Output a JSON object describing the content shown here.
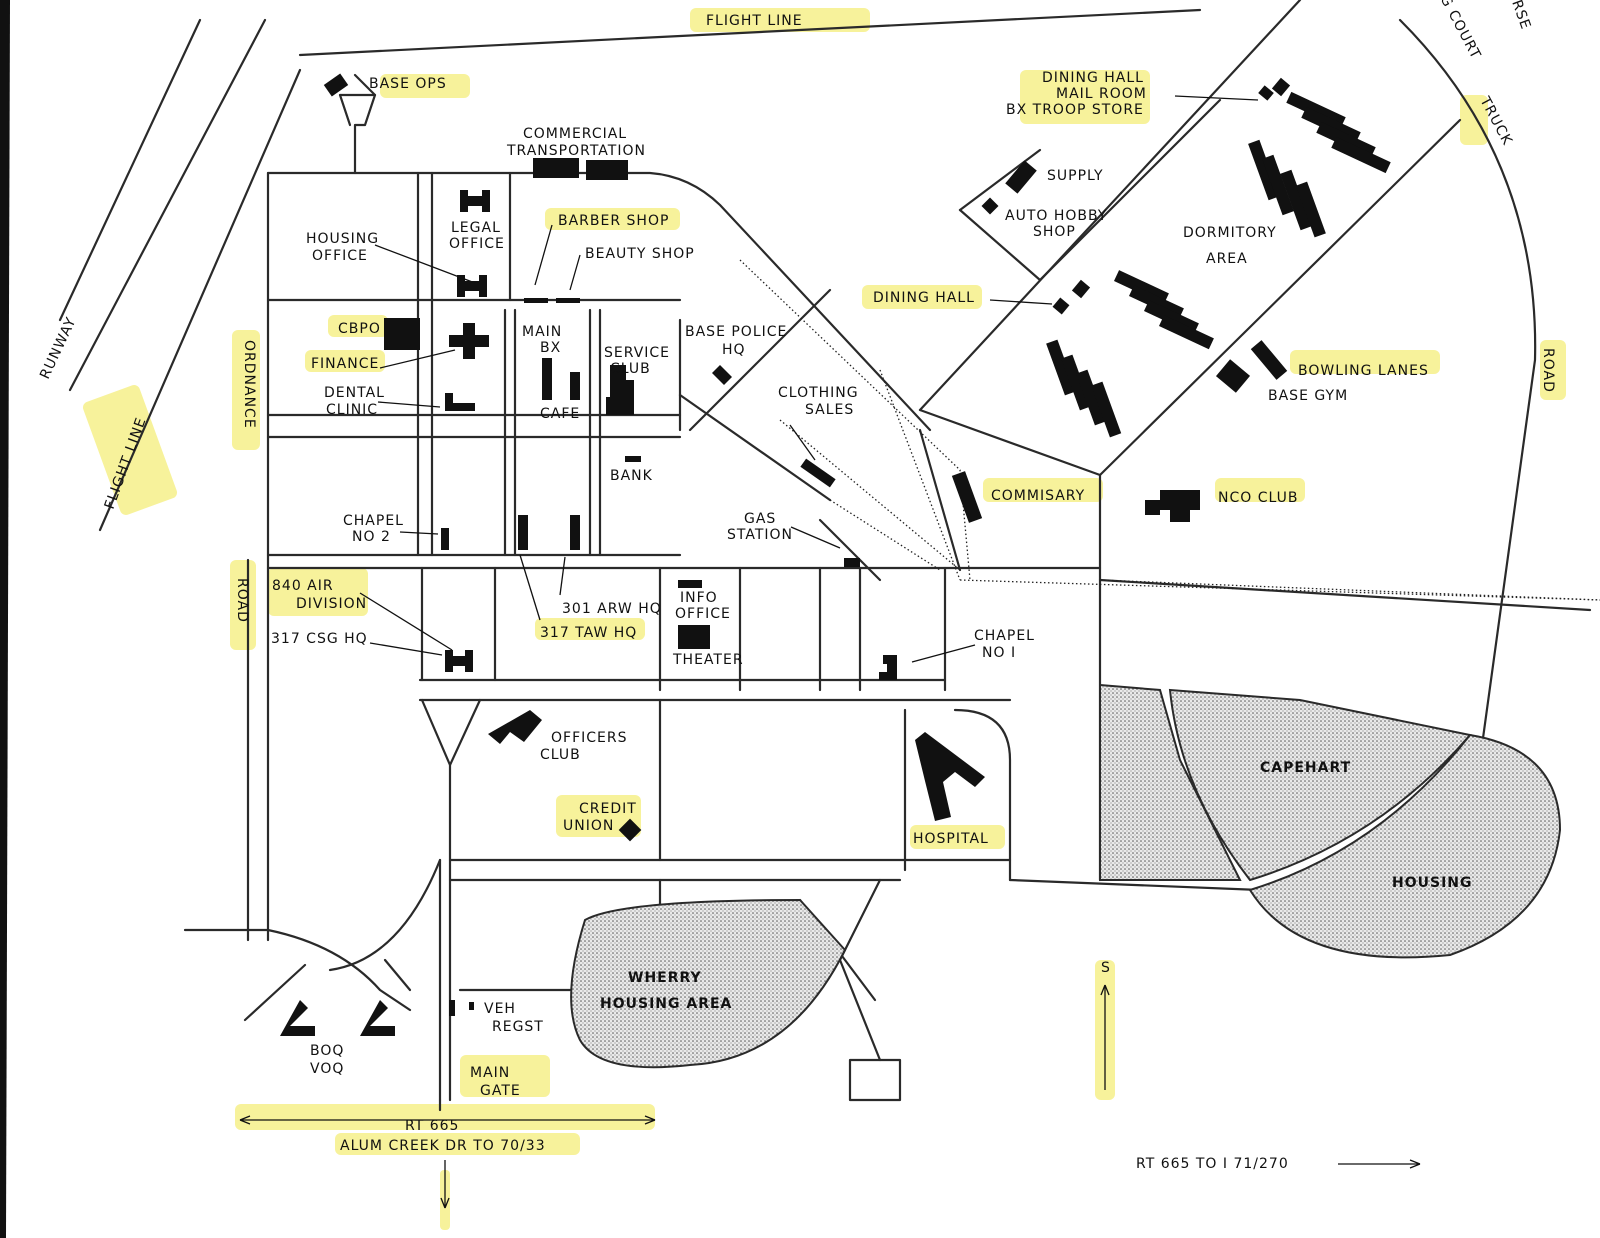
{
  "map": {
    "labels": {
      "flight_line_top": "FLIGHT    LINE",
      "flight_line_left": "FLIGHT    LINE",
      "runway": "RUNWAY",
      "base_ops": "BASE OPS",
      "commercial": "COMMERCIAL",
      "transportation": "TRANSPORTATION",
      "housing_office_1": "HOUSING",
      "housing_office_2": "OFFICE",
      "legal_1": "LEGAL",
      "legal_2": "OFFICE",
      "barber": "BARBER SHOP",
      "beauty": "BEAUTY SHOP",
      "cbpo": "CBPO",
      "finance": "FINANCE",
      "dental_1": "DENTAL",
      "dental_2": "CLINIC",
      "main_bx_1": "MAIN",
      "main_bx_2": "BX",
      "cafe": "CAFE",
      "service_1": "SERVICE",
      "service_2": "CLUB",
      "base_police_1": "BASE POLICE",
      "base_police_2": "HQ",
      "clothing_1": "CLOTHING",
      "clothing_2": "SALES",
      "bank": "BANK",
      "chapel2_1": "CHAPEL",
      "chapel2_2": "NO 2",
      "gas_1": "GAS",
      "gas_2": "STATION",
      "ordnance": "ORDNANCE",
      "road_left": "ROAD",
      "air_div_1": "840 AIR",
      "air_div_2": "DIVISION",
      "csg": "317 CSG HQ",
      "arw": "301 ARW HQ",
      "taw": "317 TAW HQ",
      "info_1": "INFO",
      "info_2": "OFFICE",
      "theater": "THEATER",
      "chapel1_1": "CHAPEL",
      "chapel1_2": "NO I",
      "officers_1": "OFFICERS",
      "officers_2": "CLUB",
      "credit_1": "CREDIT",
      "credit_2": "UNION",
      "hospital": "HOSPITAL",
      "wherry_1": "WHERRY",
      "wherry_2": "HOUSING AREA",
      "capehart": "CAPEHART",
      "housing": "HOUSING",
      "boq": "BOQ",
      "voq": "VOQ",
      "veh_1": "VEH",
      "veh_2": "REGST",
      "main_gate_1": "MAIN",
      "main_gate_2": "GATE",
      "rt665": "RT 665",
      "alum_creek": "ALUM CREEK DR  TO 70/33",
      "rt665_i71": "RT 665   TO I 71/270",
      "north_s": "S",
      "dining_mail_1": "DINING HALL",
      "dining_mail_2": "MAIL ROOM",
      "dining_mail_3": "BX TROOP STORE",
      "supply": "SUPPLY",
      "auto_1": "AUTO HOBBY",
      "auto_2": "SHOP",
      "dormitory_1": "DORMITORY",
      "dormitory_2": "AREA",
      "dining_hall": "DINING HALL",
      "bowling": "BOWLING LANES",
      "base_gym": "BASE GYM",
      "commisary": "COMMISARY",
      "nco": "NCO CLUB",
      "road_right": "ROAD",
      "truck": "TRUCK",
      "corner_1": "RSE",
      "corner_2": "G  COURT"
    }
  }
}
